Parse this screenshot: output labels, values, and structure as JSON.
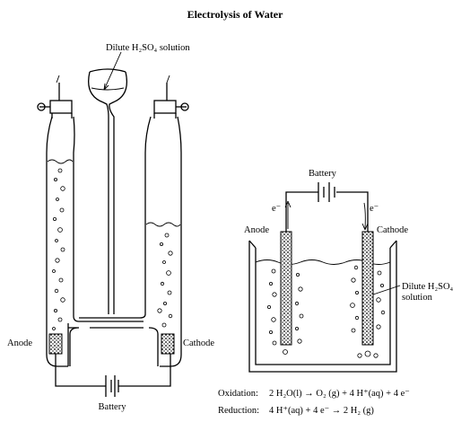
{
  "title": "Electrolysis of Water",
  "left_apparatus": {
    "solution_label": "Dilute H₂SO₄ solution",
    "anode_label": "Anode",
    "cathode_label": "Cathode",
    "battery_label": "Battery"
  },
  "right_apparatus": {
    "battery_label": "Battery",
    "electron_left": "e⁻",
    "electron_right": "e⁻",
    "anode_label": "Anode",
    "cathode_label": "Cathode",
    "solution_label_line1": "Dilute H₂SO₄",
    "solution_label_line2": "solution"
  },
  "equations": {
    "oxidation_label": "Oxidation:",
    "oxidation": "2 H₂O(l) → O₂ (g) + 4 H⁺(aq) + 4 e⁻",
    "reduction_label": "Reduction:",
    "reduction": "4 H⁺(aq) + 4 e⁻ → 2 H₂ (g)"
  }
}
